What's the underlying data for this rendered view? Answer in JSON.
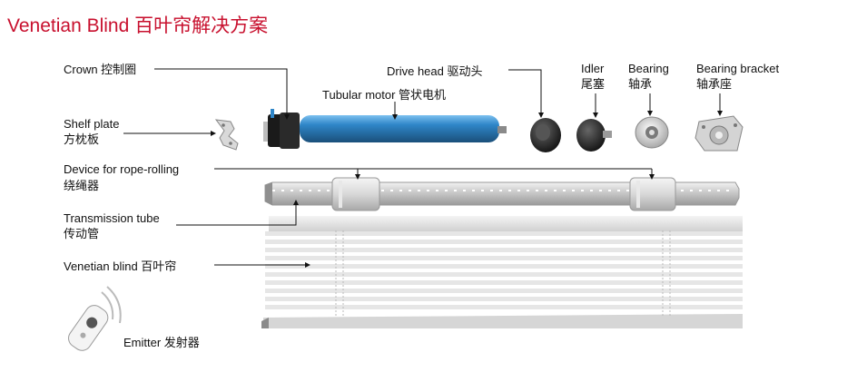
{
  "title": "Venetian Blind 百叶帘解决方案",
  "labels": {
    "crown": "Crown 控制圈",
    "shelf_plate_en": "Shelf plate",
    "shelf_plate_cn": "方枕板",
    "tubular_motor": "Tubular motor 管状电机",
    "drive_head": "Drive head 驱动头",
    "idler_en": "Idler",
    "idler_cn": "尾塞",
    "bearing_en": "Bearing",
    "bearing_cn": "轴承",
    "bearing_bracket_en": "Bearing bracket",
    "bearing_bracket_cn": "轴承座",
    "rope_device_en": "Device for rope-rolling",
    "rope_device_cn": "绕绳器",
    "transmission_tube_en": "Transmission tube",
    "transmission_tube_cn": "传动管",
    "venetian_blind": "Venetian blind 百叶帘",
    "emitter": "Emitter 发射器"
  },
  "colors": {
    "title": "#c8102e",
    "motor": "#2f86c8",
    "tube": "#c9c9c9",
    "slat": "#dcdcdc"
  }
}
